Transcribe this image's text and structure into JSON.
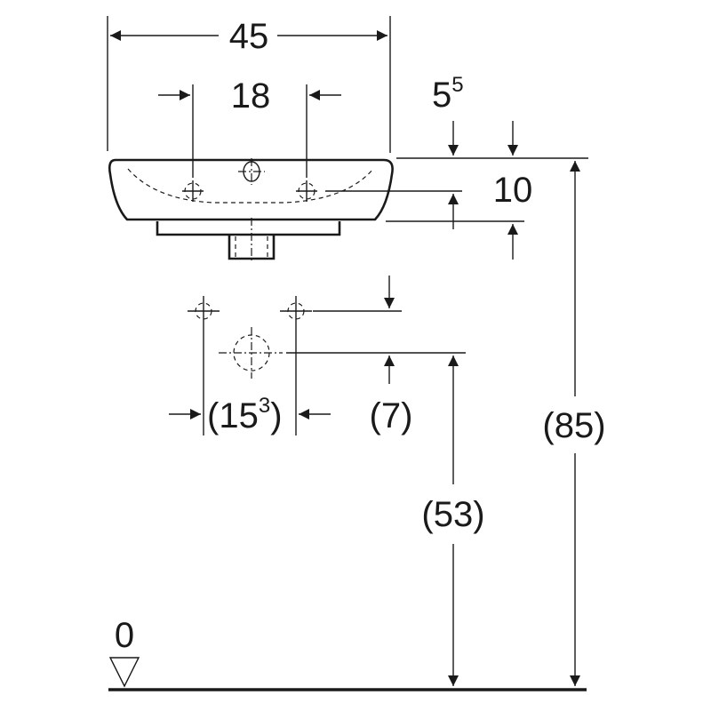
{
  "dimensions": {
    "width": "45",
    "tap_spacing": "18",
    "rim_offset_base": "5",
    "rim_offset_sup": "5",
    "bowl_depth": "10",
    "connection_spacing_open": "(",
    "connection_spacing_base": "15",
    "connection_spacing_sup": "3",
    "connection_spacing_close": ")",
    "connection_offset": "(7)",
    "waste_height": "(53)",
    "rim_height": "(85)",
    "floor_level": "0"
  },
  "colors": {
    "line": "#1a1a1a",
    "background": "#ffffff"
  }
}
